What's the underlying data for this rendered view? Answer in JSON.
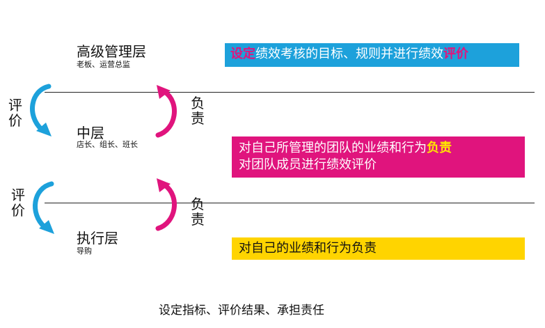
{
  "levels": {
    "top": {
      "title": "高级管理层",
      "subtitle": "老板、运营总监"
    },
    "middle": {
      "title": "中层",
      "subtitle": "店长、组长、班长"
    },
    "bottom": {
      "title": "执行层",
      "subtitle": "导购"
    }
  },
  "side_labels": {
    "evaluate_1": [
      "评",
      "价"
    ],
    "responsible_1": [
      "负",
      "责"
    ],
    "evaluate_2": [
      "评",
      "价"
    ],
    "responsible_2": [
      "负",
      "责"
    ]
  },
  "boxes": {
    "top": {
      "emphasis_start": "设定",
      "middle": "绩效考核的目标、规则并进行绩效",
      "emphasis_end": "评价"
    },
    "middle": {
      "line1_prefix": "对自己所管理的团队的业绩和行为",
      "line1_emphasis": "负责",
      "line2": "对团队成员进行绩效评价"
    },
    "bottom": {
      "text": "对自己的业绩和行为负责"
    }
  },
  "footer": "设定指标、评价结果、承担责任",
  "colors": {
    "blue": "#1da1db",
    "magenta": "#e0147d",
    "yellow": "#ffd400",
    "emphasis_yellow": "#ffe500",
    "line": "#222222"
  }
}
